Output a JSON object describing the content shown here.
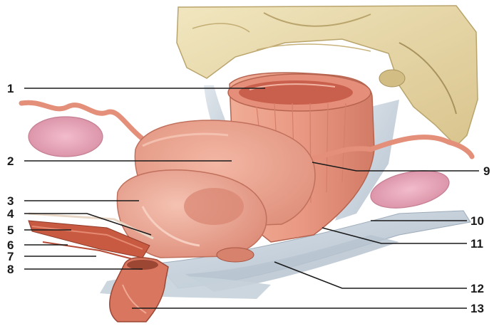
{
  "figure": {
    "labels": [
      {
        "id": 1,
        "text": "1"
      },
      {
        "id": 2,
        "text": "2"
      },
      {
        "id": 3,
        "text": "3"
      },
      {
        "id": 4,
        "text": "4"
      },
      {
        "id": 5,
        "text": "5"
      },
      {
        "id": 6,
        "text": "6"
      },
      {
        "id": 7,
        "text": "7"
      },
      {
        "id": 8,
        "text": "8"
      },
      {
        "id": 9,
        "text": "9"
      },
      {
        "id": 10,
        "text": "10"
      },
      {
        "id": 11,
        "text": "11"
      },
      {
        "id": 12,
        "text": "12"
      },
      {
        "id": 13,
        "text": "13"
      }
    ],
    "colors": {
      "bone": "#e8d9a6",
      "bone_shadow": "#c9b47a",
      "muscle": "#e89a82",
      "muscle_dark": "#c8604e",
      "uterus": "#eaa38f",
      "ovary": "#e7a3b4",
      "ligament": "#c9d3dc",
      "leader_line": "#1a1a1a"
    }
  }
}
